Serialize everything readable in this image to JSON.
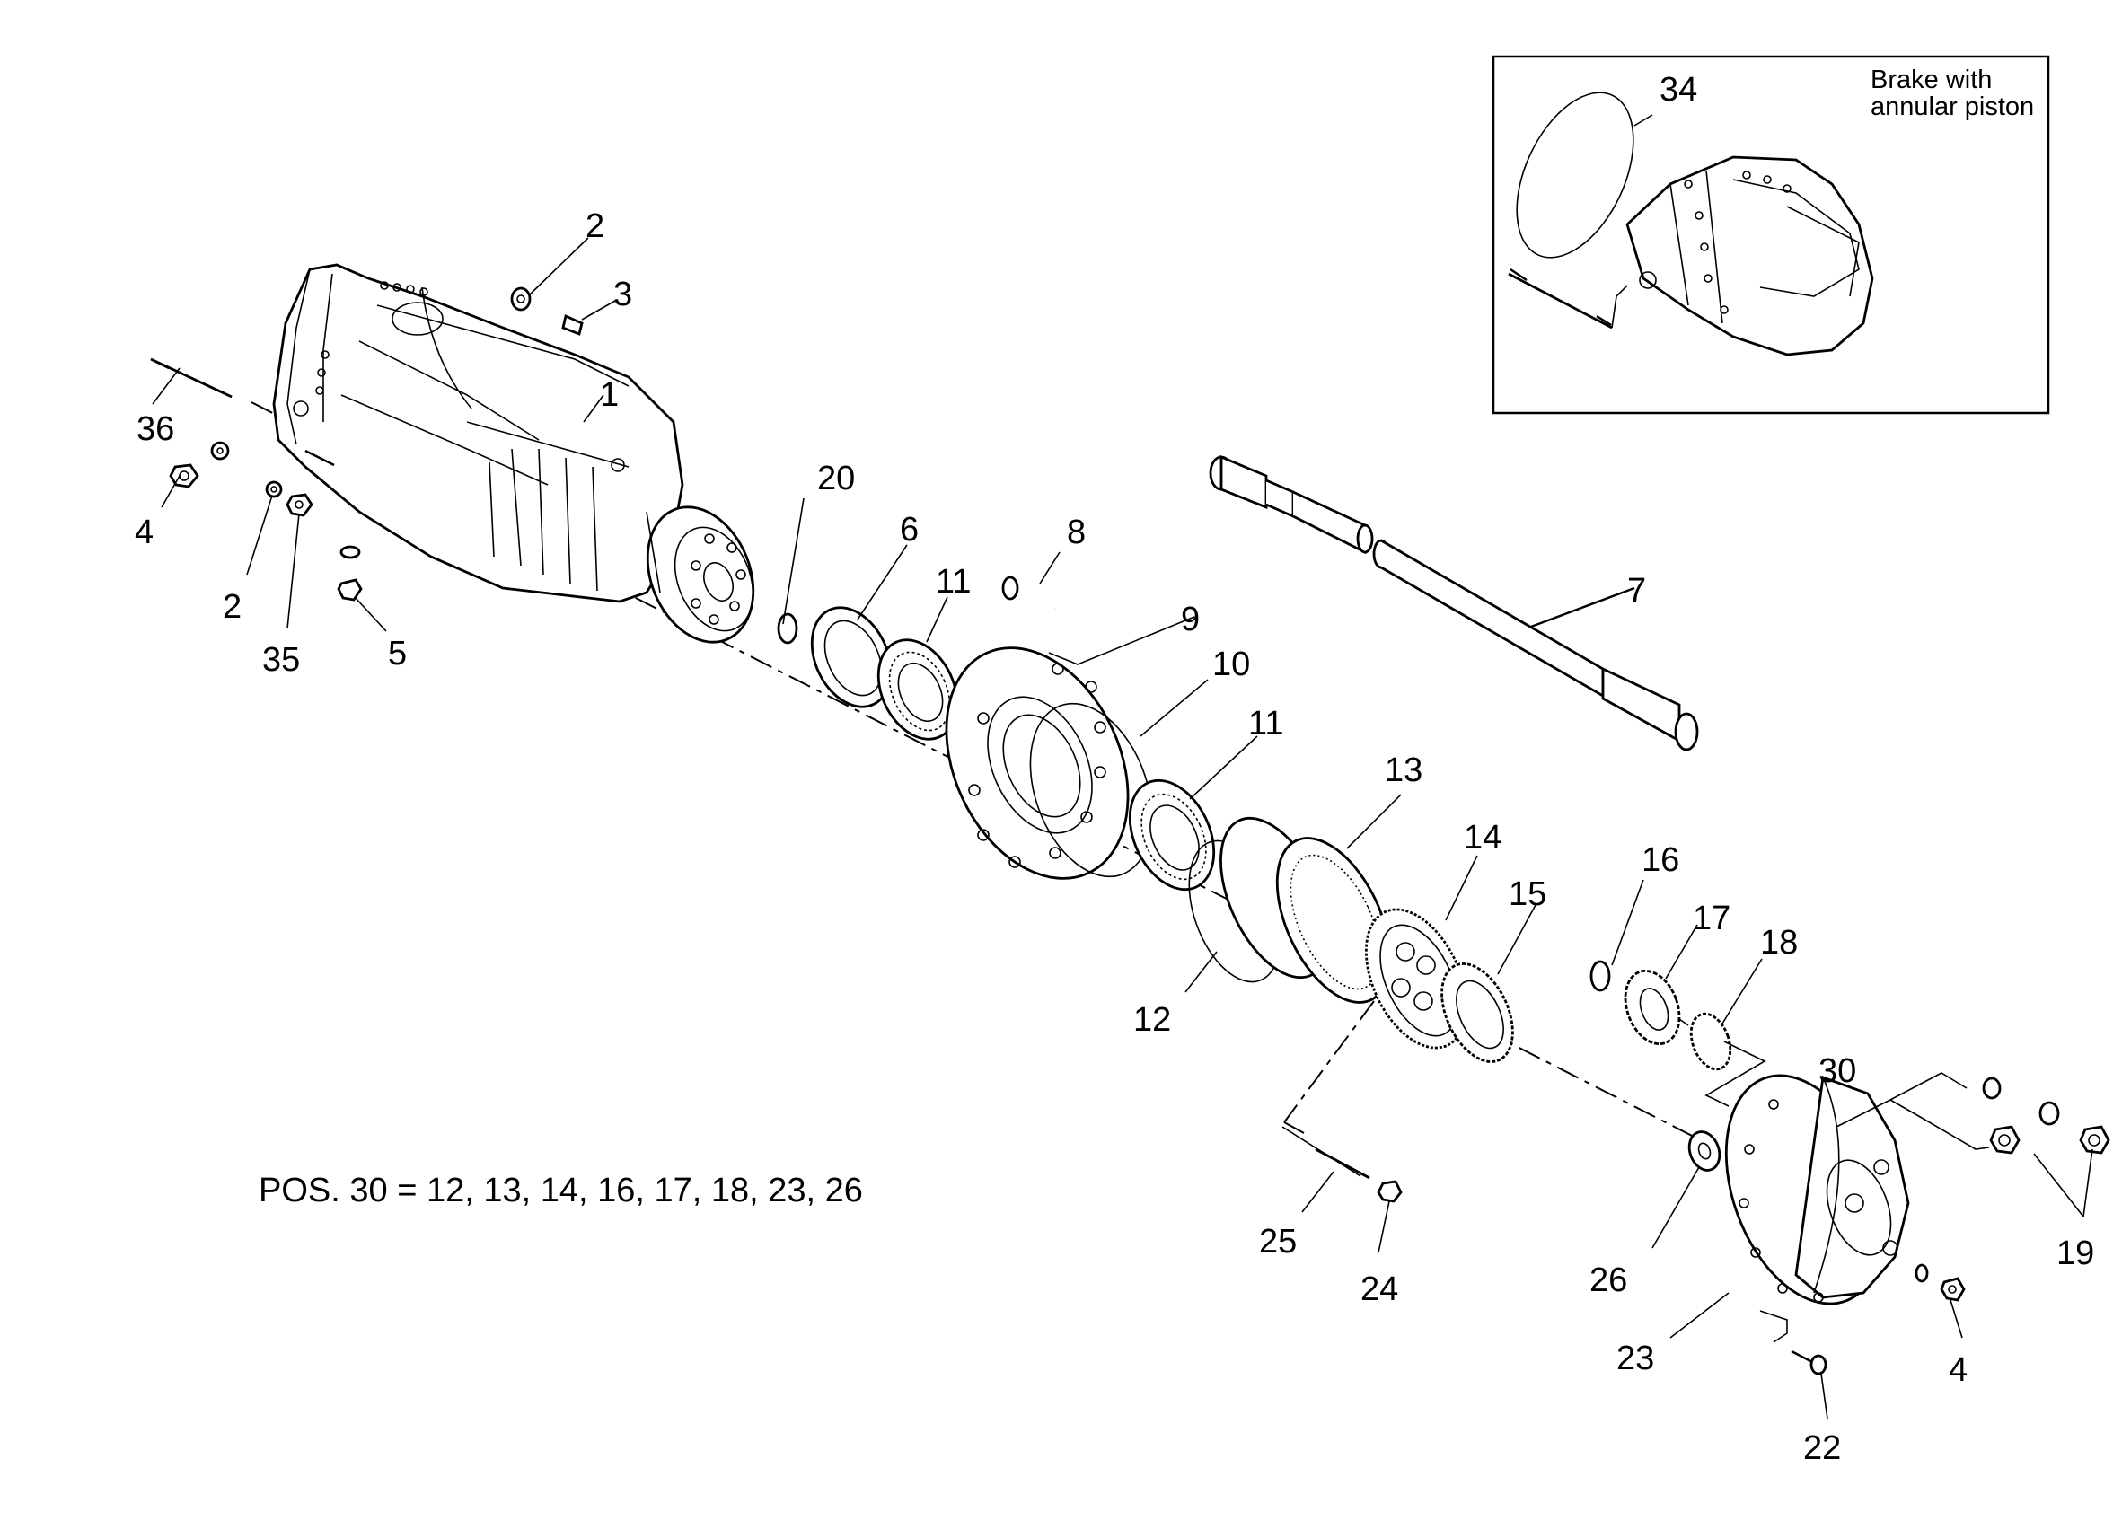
{
  "inset": {
    "title_line1": "Brake with",
    "title_line2": "annular piston",
    "part_34": "34"
  },
  "note": "POS. 30 = 12, 13, 14, 16, 17, 18, 23, 26",
  "callouts": {
    "p1": "1",
    "p2a": "2",
    "p2b": "2",
    "p3": "3",
    "p4a": "4",
    "p4b": "4",
    "p5": "5",
    "p6": "6",
    "p7": "7",
    "p8": "8",
    "p9": "9",
    "p10": "10",
    "p11a": "11",
    "p11b": "11",
    "p12": "12",
    "p13": "13",
    "p14": "14",
    "p15": "15",
    "p16": "16",
    "p17": "17",
    "p18": "18",
    "p19": "19",
    "p20": "20",
    "p22": "22",
    "p23": "23",
    "p24": "24",
    "p25": "25",
    "p26": "26",
    "p30": "30",
    "p35": "35",
    "p36": "36"
  }
}
